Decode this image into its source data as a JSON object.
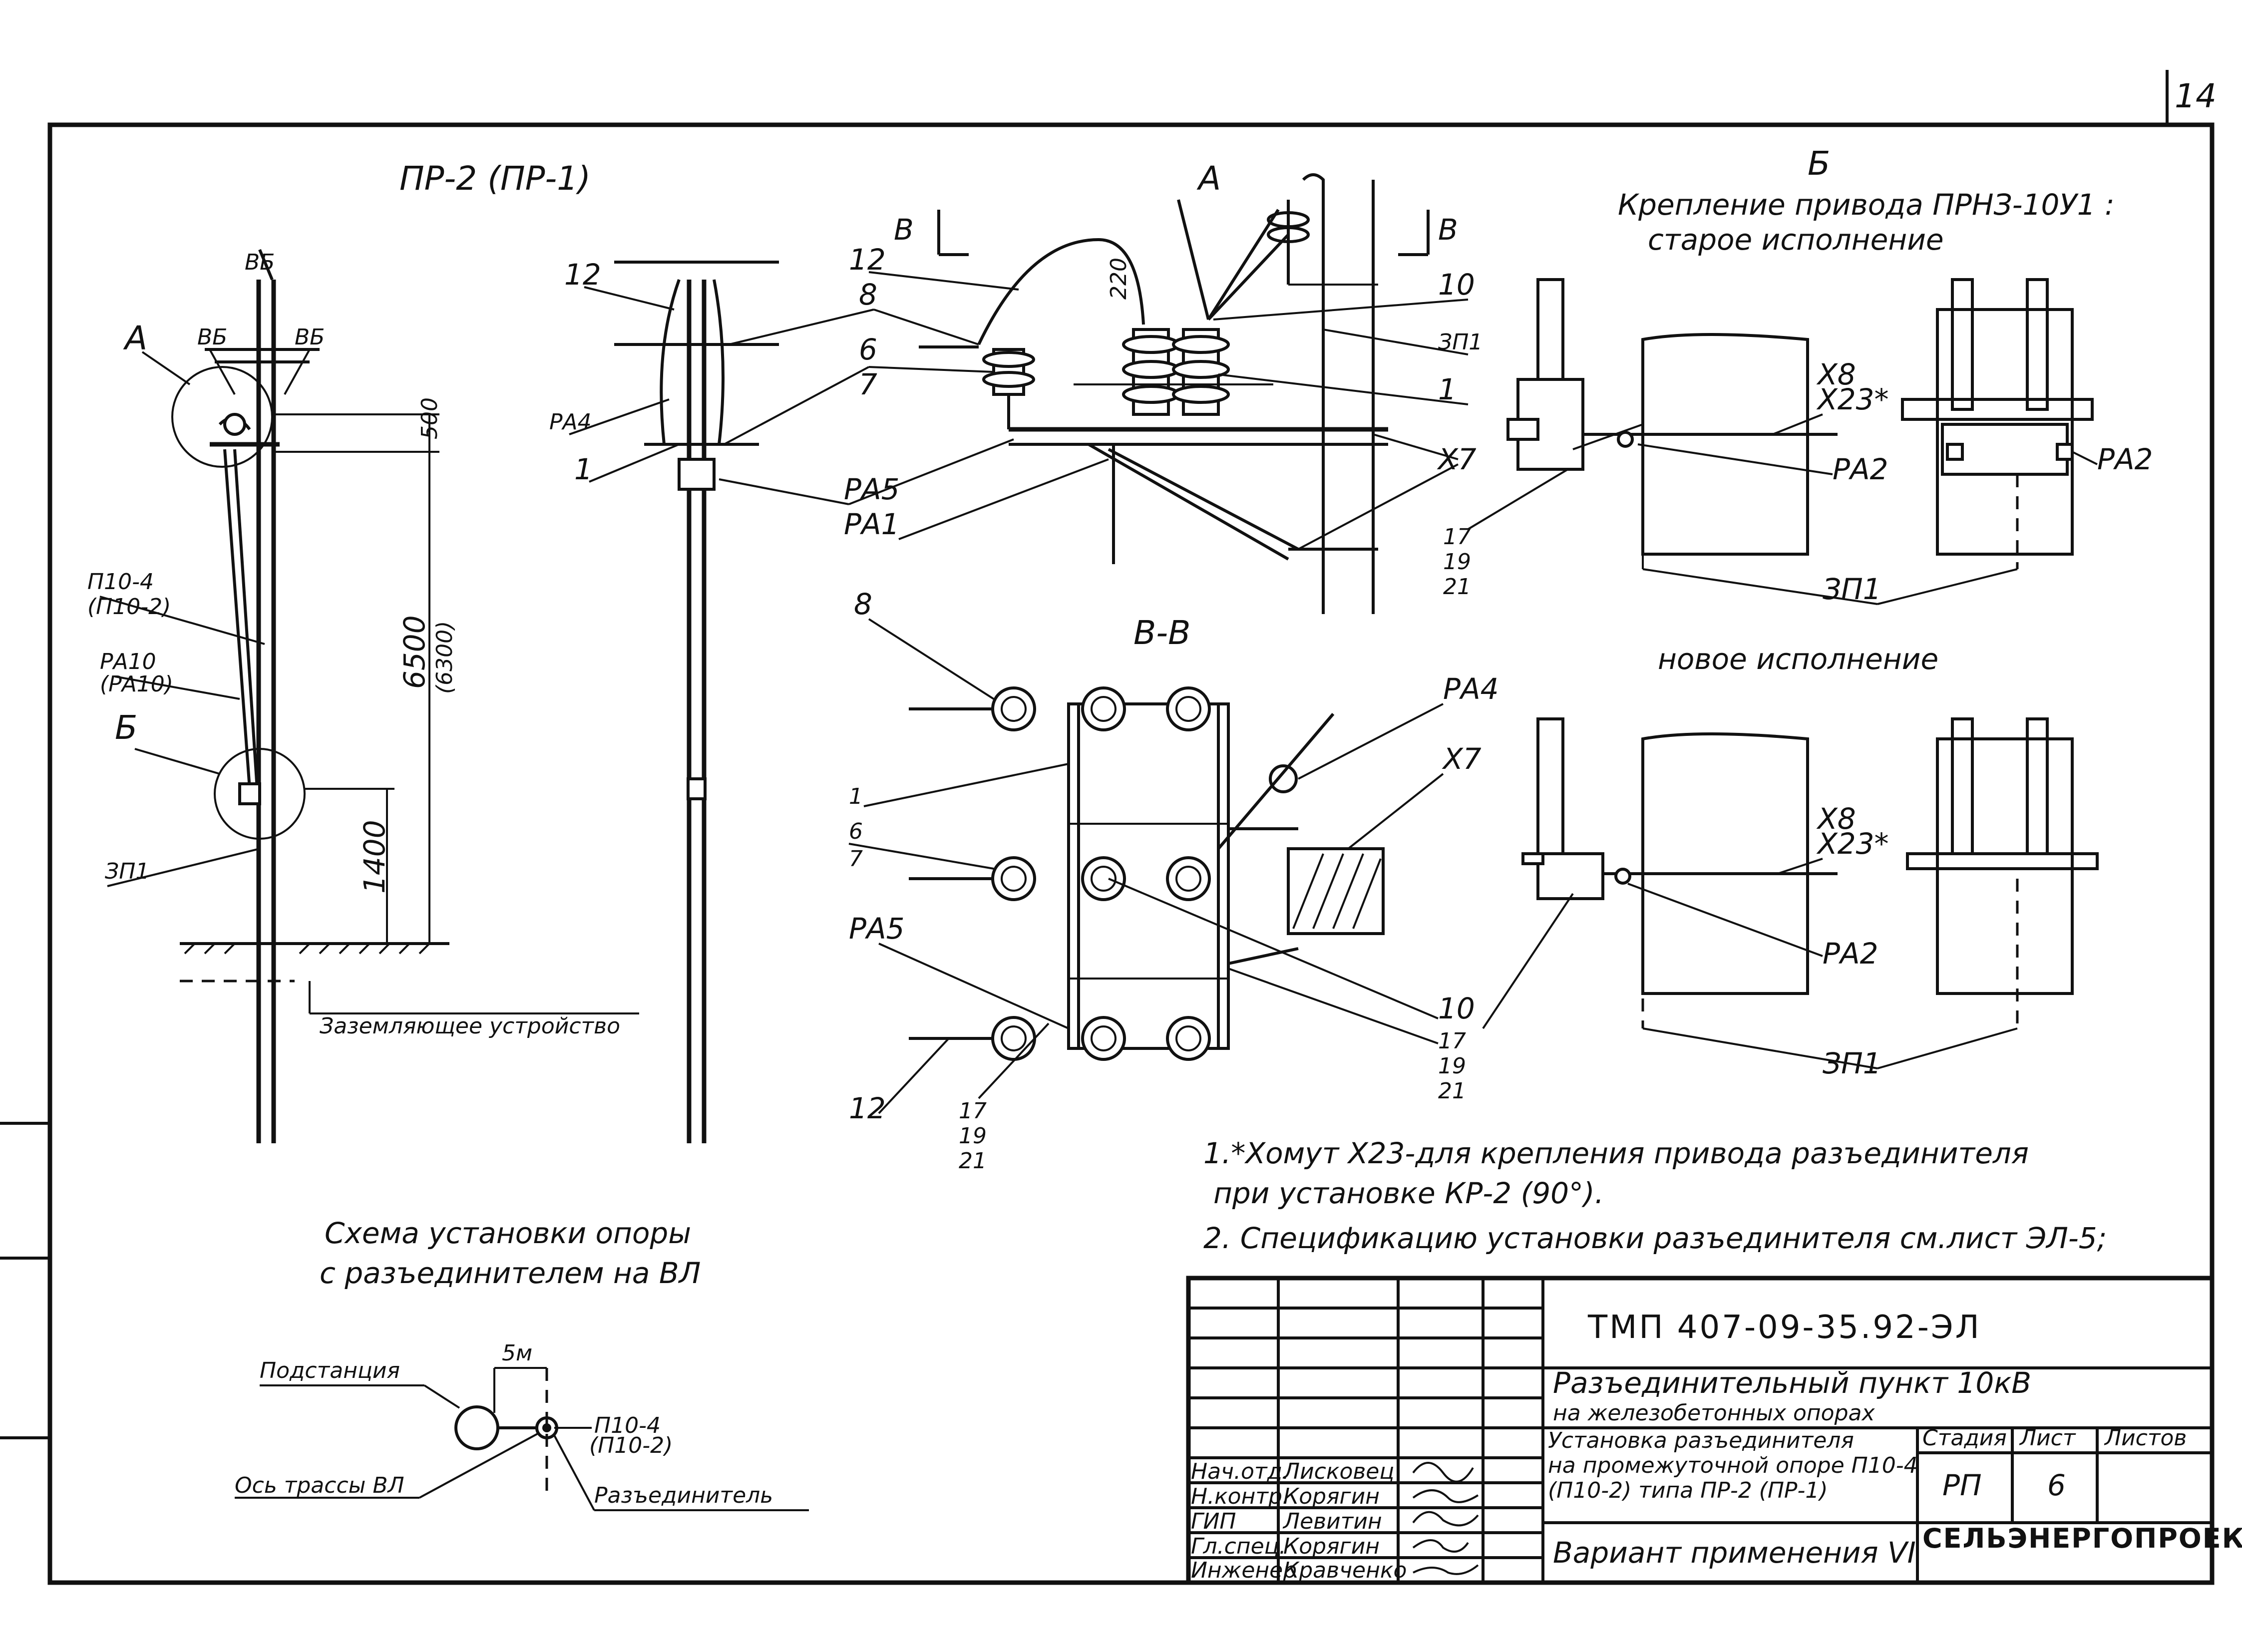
{
  "sheet": {
    "corner_number": "14",
    "code": "ТМП 407-09-35.92-ЭЛ",
    "project_title_line1": "Разъединительный пункт 10кВ",
    "project_title_line2": "на железобетонных опорах",
    "drawing_title_line1": "Установка разъединителя",
    "drawing_title_line2": "на промежуточной опоре П10-4",
    "drawing_title_line3": "(П10-2) типа ПР-2 (ПР-1)",
    "variant": "Вариант применения VI",
    "organization": "СЕЛЬЭНЕРГОПРОЕКТ",
    "stage_header": "Стадия",
    "sheet_header": "Лист",
    "sheets_header": "Листов",
    "stage": "РП",
    "sheet_no": "6"
  },
  "stamp": {
    "rows": [
      {
        "role": "Нач.отд.",
        "name": "Лисковец"
      },
      {
        "role": "Н.контр.",
        "name": "Корягин"
      },
      {
        "role": "ГИП",
        "name": "Левитин"
      },
      {
        "role": "Гл.спец.",
        "name": "Корягин"
      },
      {
        "role": "Инженер",
        "name": "Кравченко"
      }
    ]
  },
  "view_main": {
    "title": "ПР-2 (ПР-1)",
    "callout_a": "А",
    "callout_b": "Б",
    "lbl_p10": "П10-4",
    "lbl_p10_alt": "(П10-2)",
    "lbl_pa10": "РА10",
    "lbl_pa10_alt": "(РА10)",
    "lbl_zp1": "ЗП1",
    "dim_500": "500",
    "dim_6500": "6500",
    "dim_6500_alt": "(6300)",
    "dim_1400": "1400",
    "ground_device": "Заземляющее устройство",
    "lbl_top1": "ВБ",
    "lbl_top2": "ВБ"
  },
  "view_side": {
    "lbl_12": "12",
    "lbl_pa4": "РА4",
    "lbl_1": "1"
  },
  "view_a": {
    "title": "А",
    "section_mark": "В",
    "dim_220": "220",
    "lbl_12": "12",
    "lbl_8": "8",
    "lbl_6": "6",
    "lbl_7": "7",
    "lbl_pa5": "РА5",
    "lbl_pa1": "РА1",
    "lbl_10": "10",
    "lbl_zp1": "ЗП1",
    "lbl_1": "1",
    "lbl_x7": "Х7"
  },
  "view_vv": {
    "title": "В-В",
    "lbl_8": "8",
    "lbl_1": "1",
    "lbl_6": "6",
    "lbl_7": "7",
    "lbl_pa5": "РА5",
    "lbl_12": "12",
    "lbl_17": "17",
    "lbl_19": "19",
    "lbl_21": "21",
    "lbl_pa4": "РА4",
    "lbl_x7": "Х7",
    "lbl_10": "10"
  },
  "view_b": {
    "title": "Б",
    "subtitle1": "Крепление привода ПРНЗ-10У1 :",
    "subtitle2": "старое исполнение",
    "new_caption": "новое исполнение",
    "lbl_x8": "Х8",
    "lbl_x23": "Х23*",
    "lbl_pa2": "РА2",
    "lbl_17": "17",
    "lbl_19": "19",
    "lbl_21": "21",
    "lbl_zp1": "ЗП1"
  },
  "notes": {
    "note1_line1": "1.*Хомут Х23-для крепления привода разъединителя",
    "note1_line2": "при установке КР-2 (90°).",
    "note2": "2. Спецификацию установки разъединителя см.лист ЭЛ-5;"
  },
  "scheme": {
    "title_line1": "Схема установки опоры",
    "title_line2": "с разъединителем на ВЛ",
    "substation": "Подстанция",
    "axis": "Ось трассы ВЛ",
    "distance": "5м",
    "pole": "П10-4",
    "pole_alt": "(П10-2)",
    "disconnector": "Разъединитель"
  }
}
